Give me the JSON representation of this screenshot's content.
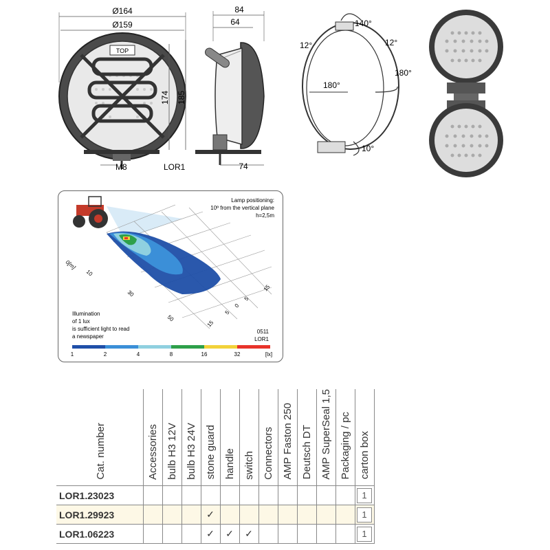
{
  "drawing": {
    "dim_outer_dia": "Ø164",
    "dim_inner_dia": "Ø159",
    "dim_height_inner": "174",
    "dim_height_outer": "185",
    "top_label": "TOP",
    "bolt_label": "M8",
    "model_label": "LOR1",
    "side_depth_total": "84",
    "side_depth_inner": "64",
    "side_base_depth": "74",
    "angle_140": "140°",
    "angle_12_left": "12°",
    "angle_12_right": "12°",
    "angle_180_right": "180°",
    "angle_180_left": "180°",
    "angle_10": "10°"
  },
  "illumination": {
    "positioning_line1": "Lamp positioning:",
    "positioning_line2": "10º from the vertical plane",
    "positioning_line3": "h=2,5m",
    "axis_origin": "0[m]",
    "x_ticks": [
      "10",
      "30",
      "50"
    ],
    "y_ticks": [
      "15",
      "5",
      "0",
      "5",
      "15"
    ],
    "note_line1": "Illumination",
    "note_line2": "of 1 lux",
    "note_line3": "is sufficient light to read",
    "note_line4": "a newspaper",
    "code": "0511",
    "code_model": "LOR1",
    "scale_labels": [
      "1",
      "2",
      "4",
      "8",
      "16",
      "32",
      "[lx]"
    ],
    "scale_colors": [
      "#1f4fa8",
      "#3b8fd8",
      "#8fd0e0",
      "#2ea04a",
      "#f2d23a",
      "#e8332a"
    ]
  },
  "table": {
    "headers": [
      "Cat. number",
      "Accessories",
      "bulb H3 12V",
      "bulb H3 24V",
      "stone guard",
      "handle",
      "switch",
      "Connectors",
      "AMP Faston 250",
      "Deutsch DT",
      "AMP SuperSeal 1,5",
      "Packaging / pc",
      "carton box"
    ],
    "rows": [
      {
        "cat": "LOR1.23023",
        "checks": [
          "",
          "",
          "",
          "",
          "",
          "",
          "",
          "",
          "",
          "",
          ""
        ],
        "carton": "1"
      },
      {
        "cat": "LOR1.29923",
        "checks": [
          "",
          "",
          "",
          "✓",
          "",
          "",
          "",
          "",
          "",
          "",
          ""
        ],
        "carton": "1"
      },
      {
        "cat": "LOR1.06223",
        "checks": [
          "",
          "",
          "",
          "✓",
          "✓",
          "✓",
          "",
          "",
          "",
          "",
          ""
        ],
        "carton": "1"
      }
    ]
  }
}
